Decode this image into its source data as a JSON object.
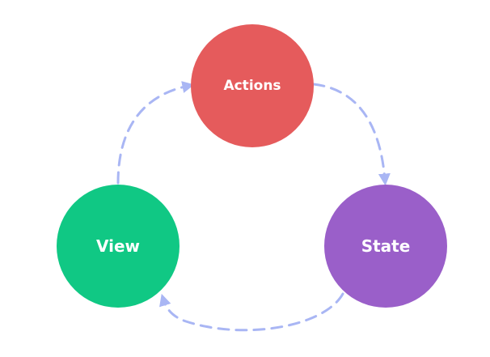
{
  "nodes": {
    "actions": {
      "label": "Actions",
      "color": "#E55B5C"
    },
    "state": {
      "label": "State",
      "color": "#9A5FC9"
    },
    "view": {
      "label": "View",
      "color": "#10C884"
    }
  },
  "arrow_color": "#A9B6F4",
  "background": "#FFFFFF",
  "flow": [
    "Actions",
    "State",
    "View"
  ]
}
